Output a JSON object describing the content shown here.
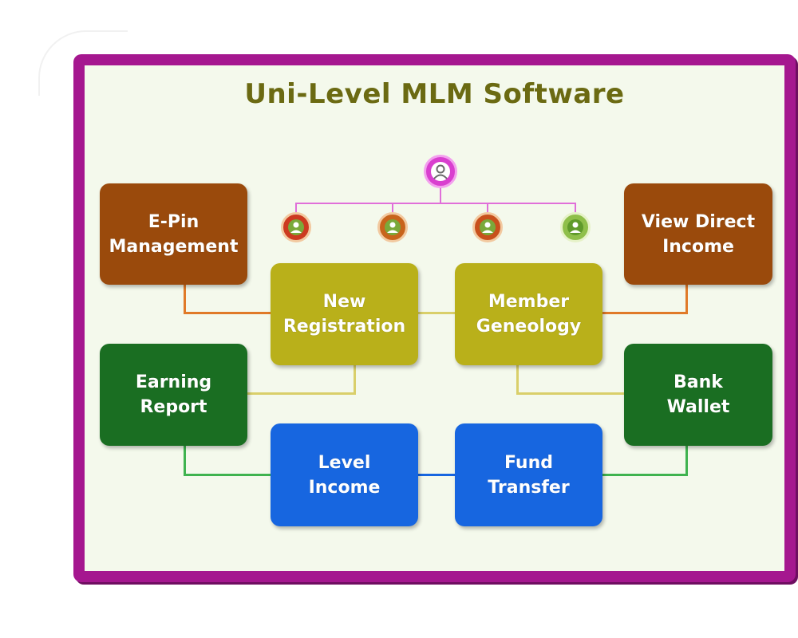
{
  "title": "Uni-Level MLM Software",
  "boxes": {
    "epin": {
      "line1": "E-Pin",
      "line2": "Management"
    },
    "view_direct": {
      "line1": "View Direct",
      "line2": "Income"
    },
    "new_registration": {
      "line1": "New",
      "line2": "Registration"
    },
    "member_genealogy": {
      "line1": "Member",
      "line2": "Geneology"
    },
    "earning_report": {
      "line1": "Earning",
      "line2": "Report"
    },
    "bank_wallet": {
      "line1": "Bank",
      "line2": "Wallet"
    },
    "level_income": {
      "line1": "Level",
      "line2": "Income"
    },
    "fund_transfer": {
      "line1": "Fund",
      "line2": "Transfer"
    }
  },
  "colors": {
    "frame": "#a5178f",
    "brown": "#9a4a0c",
    "olive": "#b9b01a",
    "green": "#1a6e22",
    "blue": "#1766e0",
    "tree_line": "#e06fd9"
  },
  "icons": {
    "root": "user-avatar-icon",
    "children": [
      "user-avatar-icon",
      "user-avatar-icon",
      "user-avatar-icon",
      "user-avatar-icon"
    ]
  }
}
